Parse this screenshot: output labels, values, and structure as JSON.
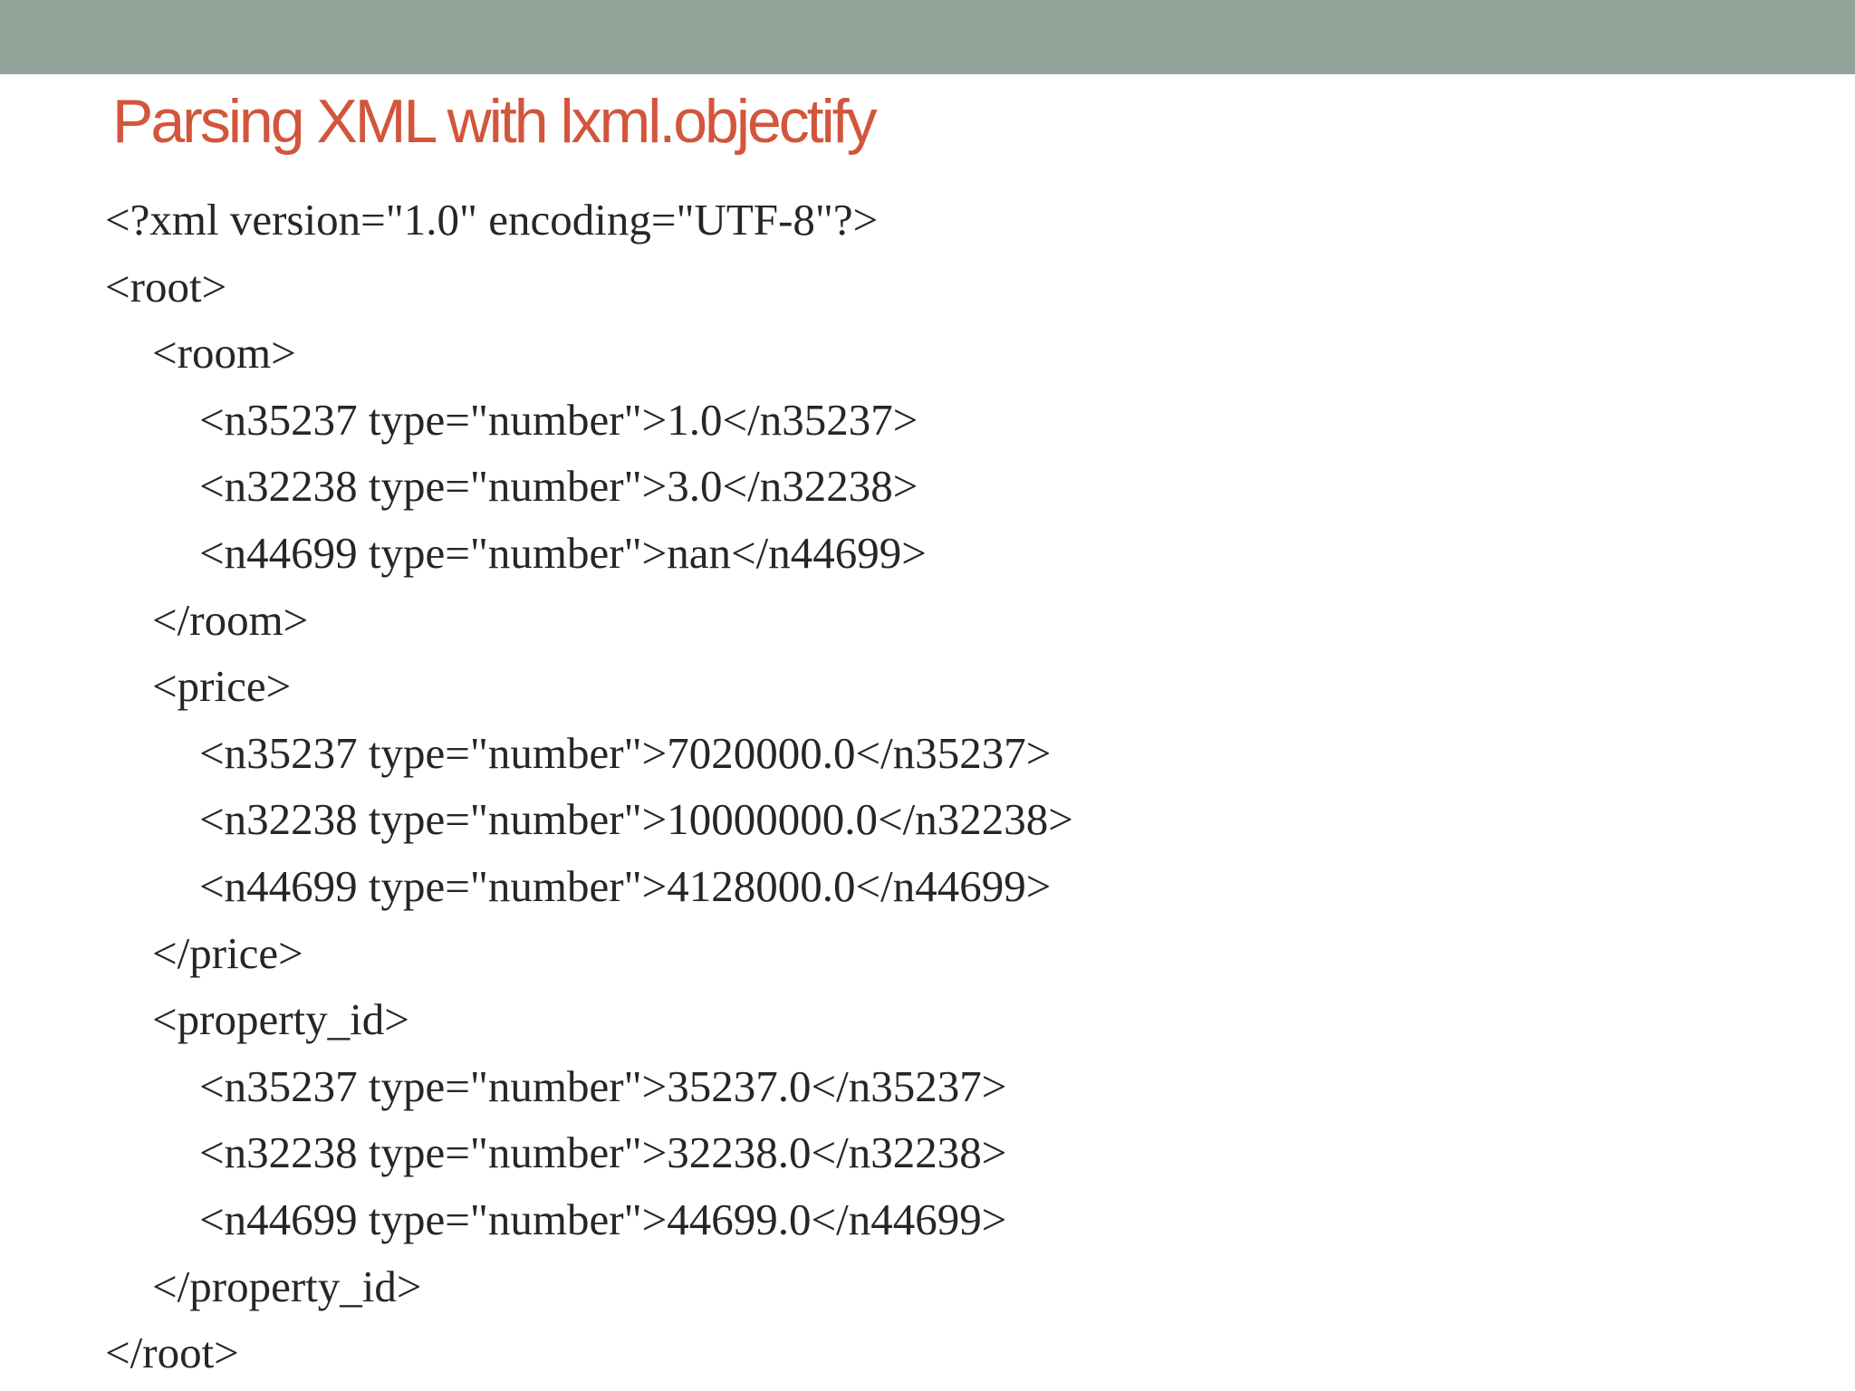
{
  "title": "Parsing XML with lxml.objectify",
  "colors": {
    "top_bar": "#93a399",
    "title": "#d2553c",
    "text": "#262626"
  },
  "code_lines": [
    {
      "indent": 0,
      "text": "<?xml version=\"1.0\" encoding=\"UTF-8\"?>"
    },
    {
      "indent": 0,
      "text": "<root>"
    },
    {
      "indent": 1,
      "text": "<room>"
    },
    {
      "indent": 2,
      "text": "<n35237 type=\"number\">1.0</n35237>"
    },
    {
      "indent": 2,
      "text": "<n32238 type=\"number\">3.0</n32238>"
    },
    {
      "indent": 2,
      "text": "<n44699 type=\"number\">nan</n44699>"
    },
    {
      "indent": 1,
      "text": "</room>"
    },
    {
      "indent": 1,
      "text": "<price>"
    },
    {
      "indent": 2,
      "text": "<n35237 type=\"number\">7020000.0</n35237>"
    },
    {
      "indent": 2,
      "text": "<n32238 type=\"number\">10000000.0</n32238>"
    },
    {
      "indent": 2,
      "text": "<n44699 type=\"number\">4128000.0</n44699>"
    },
    {
      "indent": 1,
      "text": "</price>"
    },
    {
      "indent": 1,
      "text": "<property_id>"
    },
    {
      "indent": 2,
      "text": "<n35237 type=\"number\">35237.0</n35237>"
    },
    {
      "indent": 2,
      "text": "<n32238 type=\"number\">32238.0</n32238>"
    },
    {
      "indent": 2,
      "text": "<n44699 type=\"number\">44699.0</n44699>"
    },
    {
      "indent": 1,
      "text": "</property_id>"
    },
    {
      "indent": 0,
      "text": "</root>"
    }
  ]
}
